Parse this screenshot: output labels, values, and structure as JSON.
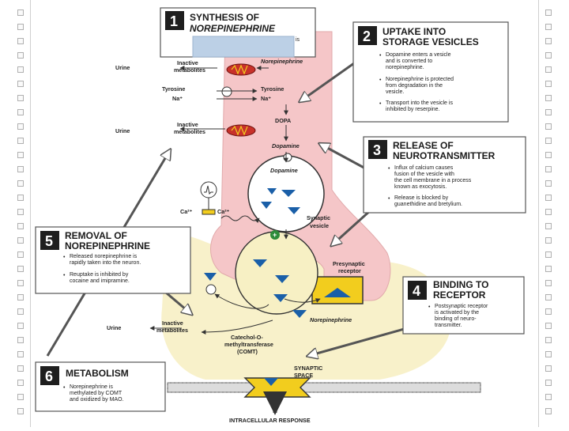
{
  "colors": {
    "neuron_pink": "#f5c6c8",
    "synapse_yellow": "#f7f0c4",
    "receptor_yellow": "#f2cd1e",
    "nt_blue": "#1a5fa8",
    "panel_border": "#555555",
    "number_bg": "#1e1e1e",
    "mito_red": "#c8312a"
  },
  "box1": {
    "number": "1",
    "title_a": "SYNTHESIS OF",
    "title_b": "NOREPINEPHRINE",
    "text_tail": "is"
  },
  "box2": {
    "number": "2",
    "title_a": "UPTAKE INTO",
    "title_b": "STORAGE VESICLES",
    "b1": [
      "Dopamine enters a vesicle",
      "and is converted to",
      "norepinephrine."
    ],
    "b2": [
      "Norepinephrine is protected",
      "from degradation in the",
      "vesicle."
    ],
    "b3": [
      "Transport into the vesicle is",
      "inhibited by reserpine."
    ]
  },
  "box3": {
    "number": "3",
    "title_a": "RELEASE OF",
    "title_b": "NEUROTRANSMITTER",
    "b1": [
      "Influx of calcium causes",
      "fusion of the vesicle with",
      "the cell membrane in a process",
      "known as exocytosis."
    ],
    "b2": [
      "Release is blocked by",
      "guanethidine and bretylium."
    ]
  },
  "box4": {
    "number": "4",
    "title_a": "BINDING TO",
    "title_b": "RECEPTOR",
    "b1": [
      "Postsynaptic receptor",
      "is activated by the",
      "binding of neuro-",
      "transmitter."
    ]
  },
  "box5": {
    "number": "5",
    "title_a": "REMOVAL OF",
    "title_b": "NOREPINEPHRINE",
    "b1": [
      "Released norepinephrine is",
      "rapidly taken into the neuron."
    ],
    "b2": [
      "Reuptake is inhibited by",
      "cocaine and imipramine."
    ]
  },
  "box6": {
    "number": "6",
    "title": "METABOLISM",
    "b1": [
      "Norepinephrine is",
      "methylated by COMT",
      "and oxidized by MAO."
    ]
  },
  "labels": {
    "urine": "Urine",
    "inactive_metabolites": [
      "Inactive",
      "metabolites"
    ],
    "norepinephrine": "Norepinephrine",
    "tyrosine": "Tyrosine",
    "na": "Na⁺",
    "dopa": "DOPA",
    "dopamine": "Dopamine",
    "ca": "Ca²⁺",
    "synaptic_vesicle": [
      "Synaptic",
      "vesicle"
    ],
    "presynaptic_receptor": [
      "Presynaptic",
      "receptor"
    ],
    "comt": [
      "Catechol-O-",
      "methyltransferase",
      "(COMT)"
    ],
    "synaptic_space": [
      "SYNAPTIC",
      "SPACE"
    ],
    "intracellular_response": "INTRACELLULAR RESPONSE"
  }
}
